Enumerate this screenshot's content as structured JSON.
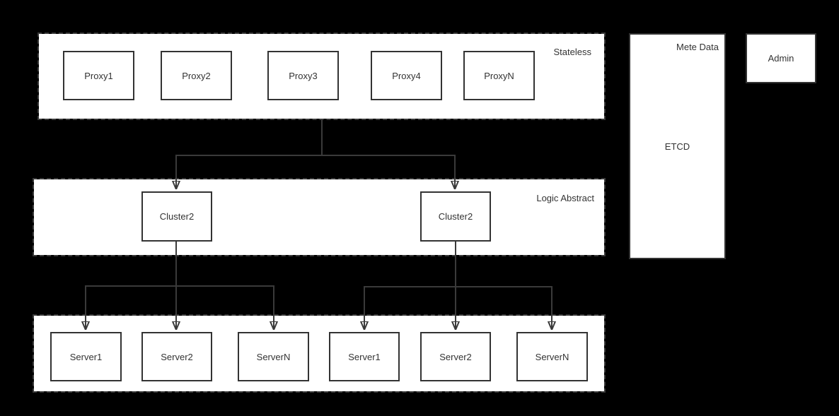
{
  "colors": {
    "background": "#000000",
    "panel_fill": "#ffffff",
    "stroke": "#3a3a3a",
    "text": "#333333"
  },
  "stateless": {
    "label": "Stateless",
    "nodes": [
      "Proxy1",
      "Proxy2",
      "Proxy3",
      "Proxy4",
      "ProxyN"
    ]
  },
  "logic": {
    "label": "Logic Abstract",
    "nodes": [
      "Cluster2",
      "Cluster2"
    ]
  },
  "servers": {
    "group1": [
      "Server1",
      "Server2",
      "ServerN"
    ],
    "group2": [
      "Server1",
      "Server2",
      "ServerN"
    ]
  },
  "meta_data": {
    "title": "Mete Data",
    "content": "ETCD"
  },
  "admin": {
    "label": "Admin"
  }
}
